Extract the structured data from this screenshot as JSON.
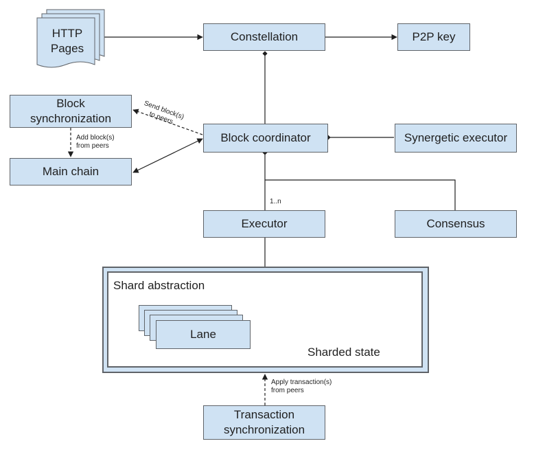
{
  "nodes": {
    "http_pages": "HTTP\nPages",
    "constellation": "Constellation",
    "p2p_key": "P2P key",
    "block_synchronization": "Block\nsynchronization",
    "block_coordinator": "Block coordinator",
    "synergetic_executor": "Synergetic executor",
    "main_chain": "Main chain",
    "executor": "Executor",
    "consensus": "Consensus",
    "shard_abstraction": "Shard abstraction",
    "lane": "Lane",
    "sharded_state": "Sharded state",
    "transaction_synchronization": "Transaction\nsynchronization"
  },
  "edge_labels": {
    "send_blocks": "Send block(s)\nto peers",
    "add_blocks": "Add block(s)\nfrom peers",
    "multiplicity": "1..n",
    "apply_transactions": "Apply transaction(s)\nfrom peers"
  },
  "colors": {
    "box_fill": "#cfe2f3",
    "stroke": "#5f6368"
  }
}
